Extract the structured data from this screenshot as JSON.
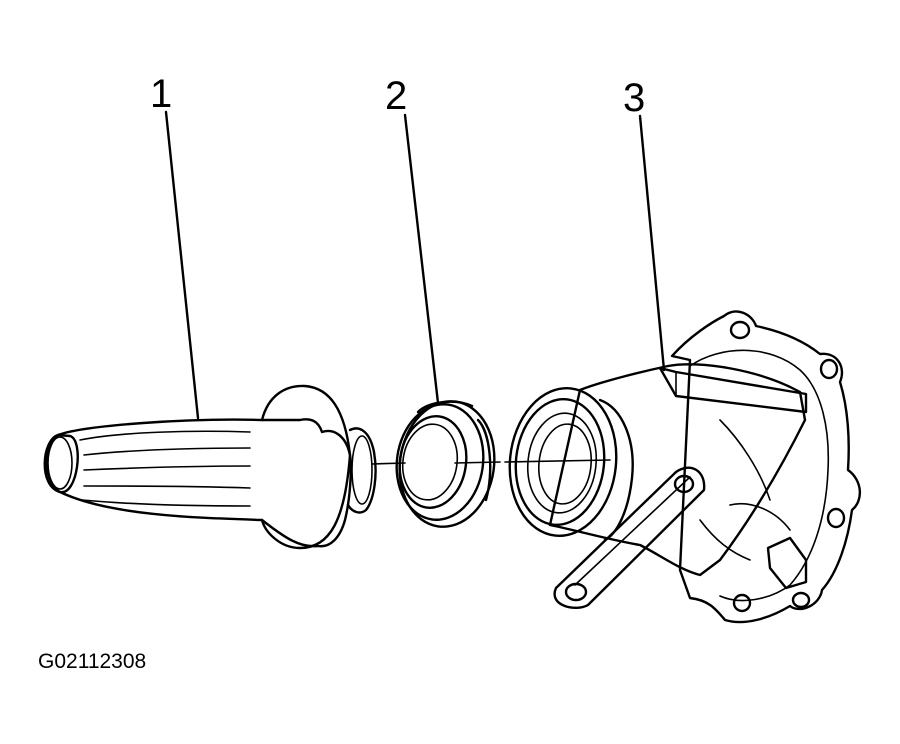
{
  "callouts": [
    {
      "label": "1"
    },
    {
      "label": "2"
    },
    {
      "label": "3"
    }
  ],
  "figure_id": "G02112308"
}
